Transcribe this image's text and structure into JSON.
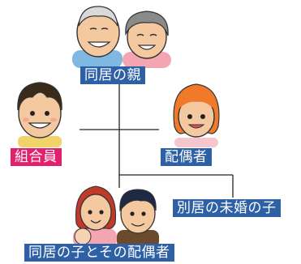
{
  "diagram": {
    "labels": {
      "parents": "同居の親",
      "member": "組合員",
      "spouse": "配偶者",
      "unmarried_child": "別居の未婚の子",
      "cohabiting_child_couple": "同居の子とその配偶者"
    },
    "colors": {
      "label_blue": "#2e60a6",
      "label_pink": "#e1206e",
      "line": "#222222"
    },
    "icons": {
      "parents": "elderly-couple-icon",
      "member": "member-boy-icon",
      "spouse": "spouse-woman-icon",
      "child_couple": "young-couple-icon"
    }
  }
}
